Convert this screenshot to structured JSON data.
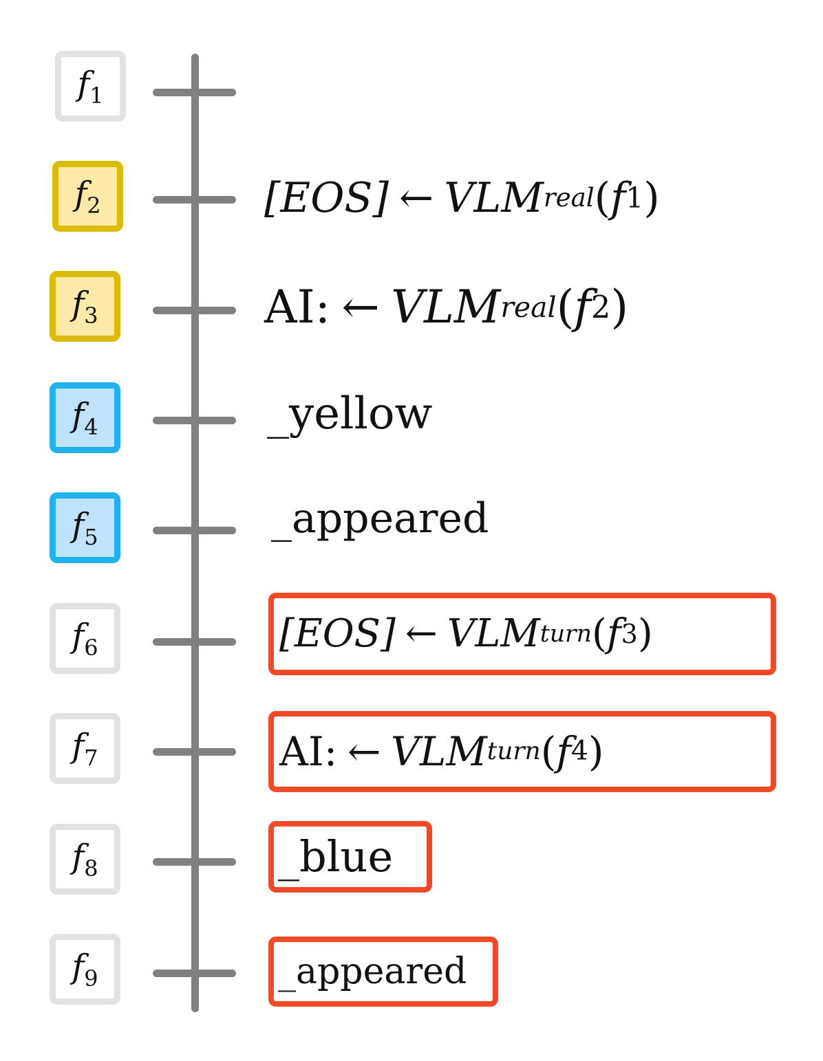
{
  "colors": {
    "axis": "#808080",
    "default_box": "#e2e2e2",
    "real_box": "#ddbb00",
    "real_fill": "#fde9a8",
    "turn_box": "#22b1ef",
    "turn_fill": "#bfe3fb",
    "highlight": "#ef4a25"
  },
  "frames": [
    {
      "name": "f",
      "index": "1",
      "style": "default"
    },
    {
      "name": "f",
      "index": "2",
      "style": "real"
    },
    {
      "name": "f",
      "index": "3",
      "style": "real"
    },
    {
      "name": "f",
      "index": "4",
      "style": "turn"
    },
    {
      "name": "f",
      "index": "5",
      "style": "turn"
    },
    {
      "name": "f",
      "index": "6",
      "style": "default"
    },
    {
      "name": "f",
      "index": "7",
      "style": "default"
    },
    {
      "name": "f",
      "index": "8",
      "style": "default"
    },
    {
      "name": "f",
      "index": "9",
      "style": "default"
    }
  ],
  "outputs": {
    "row2": {
      "lhs": "[EOS]",
      "arrow": "←",
      "model": "VLM",
      "model_sub": "real",
      "arg": "f",
      "arg_sub": "1"
    },
    "row3": {
      "lhs": "AI:",
      "arrow": "←",
      "model": "VLM",
      "model_sub": "real",
      "arg": "f",
      "arg_sub": "2"
    },
    "row4": {
      "text": "_yellow"
    },
    "row5": {
      "text": "_appeared"
    },
    "row6": {
      "lhs": "[EOS]",
      "arrow": "←",
      "model": "VLM",
      "model_sub": "turn",
      "arg": "f",
      "arg_sub": "3"
    },
    "row7": {
      "lhs": "AI:",
      "arrow": "←",
      "model": "VLM",
      "model_sub": "turn",
      "arg": "f",
      "arg_sub": "4"
    },
    "row8": {
      "text": "_blue"
    },
    "row9": {
      "text": "_appeared"
    }
  }
}
